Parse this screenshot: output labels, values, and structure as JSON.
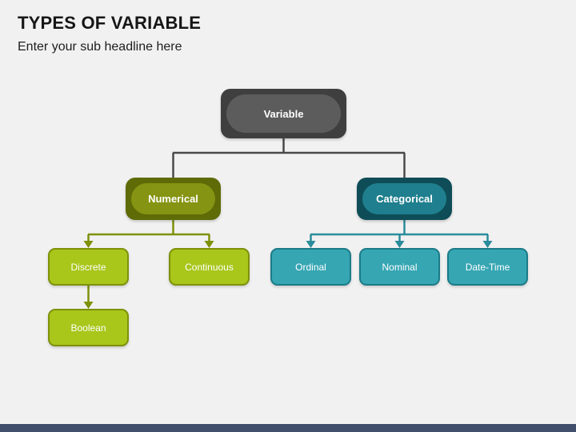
{
  "slide": {
    "title": "TYPES OF VARIABLE",
    "subtitle": "Enter your sub headline here",
    "background_color": "#f1f1f1",
    "footer_color": "#414f6b"
  },
  "diagram": {
    "type": "tree",
    "root": {
      "label": "Variable",
      "fill": "#5c5c5c",
      "border": "#3f3f3f"
    },
    "branches": [
      {
        "label": "Numerical",
        "fill": "#869413",
        "border": "#5e6b07"
      },
      {
        "label": "Categorical",
        "fill": "#1f7f8e",
        "border": "#0e4d57"
      }
    ],
    "numerical_children": [
      {
        "label": "Discrete",
        "fill": "#a9c61b",
        "border": "#7e9109"
      },
      {
        "label": "Continuous",
        "fill": "#a9c61b",
        "border": "#7e9109"
      }
    ],
    "discrete_children": [
      {
        "label": "Boolean",
        "fill": "#a9c61b",
        "border": "#7e9109"
      }
    ],
    "categorical_children": [
      {
        "label": "Ordinal",
        "fill": "#36a6b3",
        "border": "#1b7b88"
      },
      {
        "label": "Nominal",
        "fill": "#36a6b3",
        "border": "#1b7b88"
      },
      {
        "label": "Date-Time",
        "fill": "#36a6b3",
        "border": "#1b7b88"
      }
    ],
    "connector_colors": {
      "root": "#4a4a4a",
      "numerical": "#7e9109",
      "categorical": "#2b8c9b"
    }
  }
}
